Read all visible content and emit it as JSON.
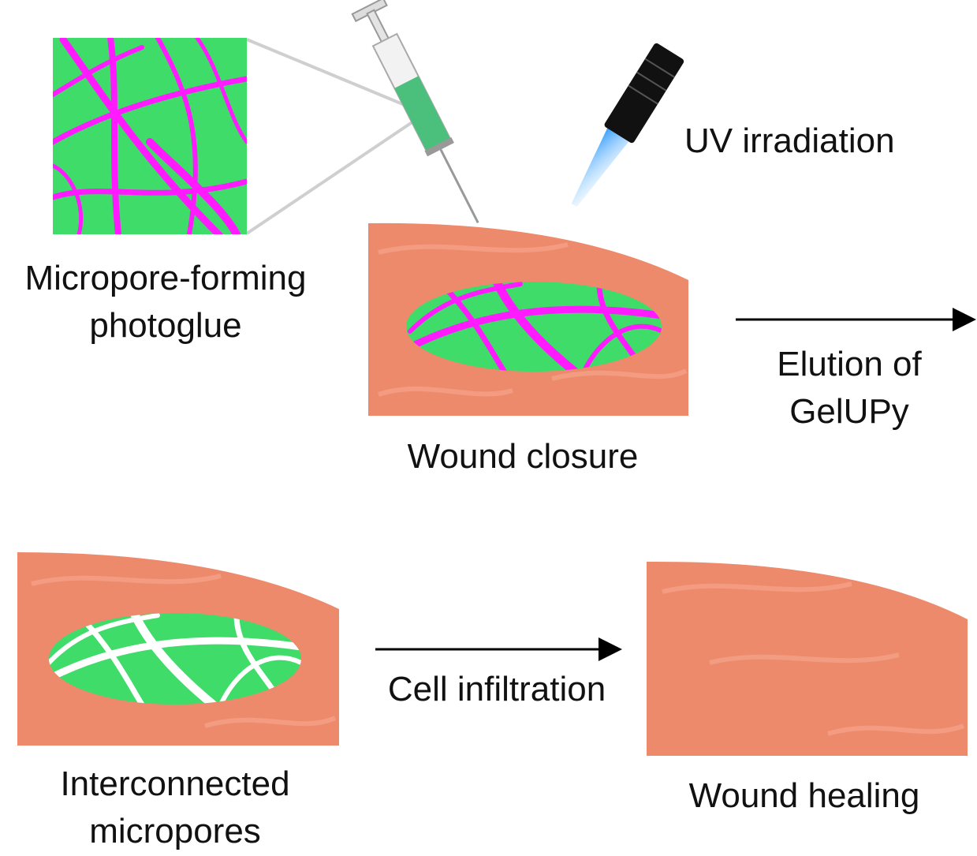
{
  "labels": {
    "photoglue_line1": "Micropore-forming",
    "photoglue_line2": "photoglue",
    "uv": "UV irradiation",
    "wound_closure": "Wound closure",
    "elution_line1": "Elution of",
    "elution_line2": "GelUPy",
    "cell_infiltration": "Cell infiltration",
    "micropores_line1": "Interconnected",
    "micropores_line2": "micropores",
    "wound_healing": "Wound healing"
  },
  "colors": {
    "gel_green": "#3fdc6a",
    "polymer_magenta": "#ff1aff",
    "tissue": "#ee8a6c",
    "tissue_streak": "#f6a98f",
    "pore_white": "#ffffff"
  }
}
